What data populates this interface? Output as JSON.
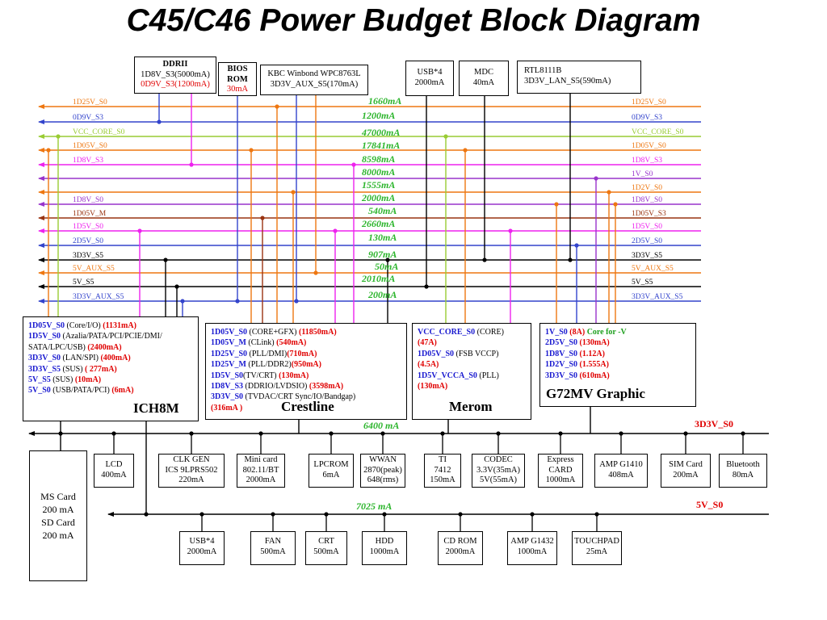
{
  "title": "C45/C46 Power Budget Block Diagram",
  "colors": {
    "orange": "#ee7711",
    "blue": "#3344cc",
    "green": "#99cc33",
    "purple": "#9933cc",
    "brown": "#993311",
    "magenta": "#ee22ee",
    "black": "#000000"
  },
  "top_boxes": {
    "ddrii": {
      "title": "DDRII",
      "line1": "1D8V_S3(5000mA)",
      "line2": "0D9V_S3(1200mA)"
    },
    "bios": {
      "title1": "BIOS",
      "title2": "ROM",
      "value": "30mA"
    },
    "kbc": {
      "line1": "KBC Winbond WPC8763L",
      "line2": "3D3V_AUX_S5(170mA)"
    },
    "usb_top": {
      "line1": "USB*4",
      "line2": "2000mA"
    },
    "mdc": {
      "line1": "MDC",
      "line2": "40mA"
    },
    "rtl": {
      "line1": "RTL8111B",
      "line2": "3D3V_LAN_S5(590mA)"
    }
  },
  "rails": {
    "left": [
      "1D25V_S0",
      "0D9V_S3",
      "VCC_CORE_S0",
      "1D05V_S0",
      "1D8V_S3",
      "1D8V_S0",
      "1D05V_M",
      "1D5V_S0",
      "2D5V_S0",
      "3D3V_S5",
      "5V_AUX_S5",
      "5V_S5",
      "3D3V_AUX_S5"
    ],
    "right": [
      "1D25V_S0",
      "0D9V_S3",
      "VCC_CORE_S0",
      "1D05V_S0",
      "1D8V_S3",
      "1V_S0",
      "1D2V_S0",
      "1D8V_S0",
      "1D05V_S3",
      "1D5V_S0",
      "2D5V_S0",
      "3D3V_S5",
      "5V_AUX_S5",
      "5V_S5",
      "3D3V_AUX_S5"
    ],
    "currents": [
      "1660mA",
      "1200mA",
      "47000mA",
      "17841mA",
      "8598mA",
      "8000mA",
      "1555mA",
      "2000mA",
      "540mA",
      "2660mA",
      "130mA",
      "907mA",
      "50mA",
      "2010mA",
      "200mA"
    ]
  },
  "ich8m": {
    "name": "ICH8M",
    "lines": [
      {
        "rail": "1D05V_S0",
        "desc": " (Core/I/O) ",
        "val": "(1131mA)"
      },
      {
        "rail": "1D5V_S0",
        "desc": " (Azalia/PATA/PCI/PCIE/DMI/",
        "val": ""
      },
      {
        "rail": "",
        "desc": "SATA/LPC/USB) ",
        "val": "(2400mA)"
      },
      {
        "rail": "3D3V_S0",
        "desc": " (LAN/SPI) ",
        "val": "(400mA)"
      },
      {
        "rail": "3D3V_S5",
        "desc": " (SUS) ",
        "val": "( 277mA)"
      },
      {
        "rail": "5V_S5",
        "desc": " (SUS) ",
        "val": "(10mA)"
      },
      {
        "rail": "5V_S0",
        "desc": " (USB/PATA/PCI) ",
        "val": "(6mA)"
      }
    ]
  },
  "crestline": {
    "name": "Crestline",
    "lines": [
      {
        "rail": "1D05V_S0",
        "desc": " (CORE+GFX) ",
        "val": "(11850mA)"
      },
      {
        "rail": "1D05V_M",
        "desc": " (CLink) ",
        "val": "(540mA)"
      },
      {
        "rail": "1D25V_S0",
        "desc": " (PLL/DMI)",
        "val": "(710mA)"
      },
      {
        "rail": "1D25V_M",
        "desc": " (PLL/DDR2)",
        "val": "(950mA)"
      },
      {
        "rail": "1D5V_S0",
        "desc": "(TV/CRT) ",
        "val": "(130mA)"
      },
      {
        "rail": "1D8V_S3",
        "desc": " (DDRIO/LVDSIO) ",
        "val": "(3598mA)"
      },
      {
        "rail": "3D3V_S0",
        "desc": " (TVDAC/CRT Sync/IO/Bandgap)",
        "val": ""
      },
      {
        "rail": "",
        "desc": "",
        "val": "(316mA )"
      }
    ]
  },
  "merom": {
    "name": "Merom",
    "lines": [
      {
        "rail": "VCC_CORE_S0",
        "desc": " (CORE)",
        "val": ""
      },
      {
        "rail": "",
        "desc": "",
        "val": "(47A)"
      },
      {
        "rail": "1D05V_S0",
        "desc": " (FSB VCCP)",
        "val": ""
      },
      {
        "rail": "",
        "desc": "",
        "val": "(4.5A)"
      },
      {
        "rail": "1D5V_VCCA_S0",
        "desc": " (PLL)",
        "val": ""
      },
      {
        "rail": "",
        "desc": "",
        "val": "(130mA)"
      }
    ]
  },
  "g72": {
    "name": "G72MV Graphic",
    "lines": [
      {
        "rail": "1V_S0",
        "desc": " ",
        "val": "(8A)",
        "note": " Core for -V"
      },
      {
        "rail": "2D5V_S0",
        "desc": " ",
        "val": "(130mA)",
        "note": ""
      },
      {
        "rail": "1D8V_S0",
        "desc": " ",
        "val": "(1.12A)",
        "note": ""
      },
      {
        "rail": "1D2V_S0",
        "desc": " ",
        "val": "(1.555A)",
        "note": ""
      },
      {
        "rail": "3D3V_S0",
        "desc": " ",
        "val": "(610mA)",
        "note": ""
      }
    ]
  },
  "bus_3d3v": {
    "label": "3D3V_S0",
    "current": "6400 mA"
  },
  "bus_5v": {
    "label": "5V_S0",
    "current": "7025 mA"
  },
  "ms_card": {
    "l1": "MS Card",
    "l2": "200 mA",
    "l3": "SD Card",
    "l4": "200 mA"
  },
  "row1": [
    [
      "LCD",
      "400mA"
    ],
    [
      "CLK GEN",
      "ICS 9LPRS502",
      "220mA"
    ],
    [
      "Mini card",
      "802.11/BT",
      "2000mA"
    ],
    [
      "LPCROM",
      "6mA"
    ],
    [
      "WWAN",
      "2870(peak)",
      "648(rms)"
    ],
    [
      "TI",
      "7412",
      "150mA"
    ],
    [
      "CODEC",
      "3.3V(35mA)",
      "5V(55mA)"
    ],
    [
      "Express",
      "CARD",
      "1000mA"
    ],
    [
      "AMP G1410",
      "408mA"
    ],
    [
      "SIM Card",
      "200mA"
    ],
    [
      "Bluetooth",
      "80mA"
    ]
  ],
  "row2": [
    [
      "USB*4",
      "2000mA"
    ],
    [
      "FAN",
      "500mA"
    ],
    [
      "CRT",
      "500mA"
    ],
    [
      "HDD",
      "1000mA"
    ],
    [
      "CD ROM",
      "2000mA"
    ],
    [
      "AMP G1432",
      "1000mA"
    ],
    [
      "TOUCHPAD",
      "25mA"
    ]
  ]
}
